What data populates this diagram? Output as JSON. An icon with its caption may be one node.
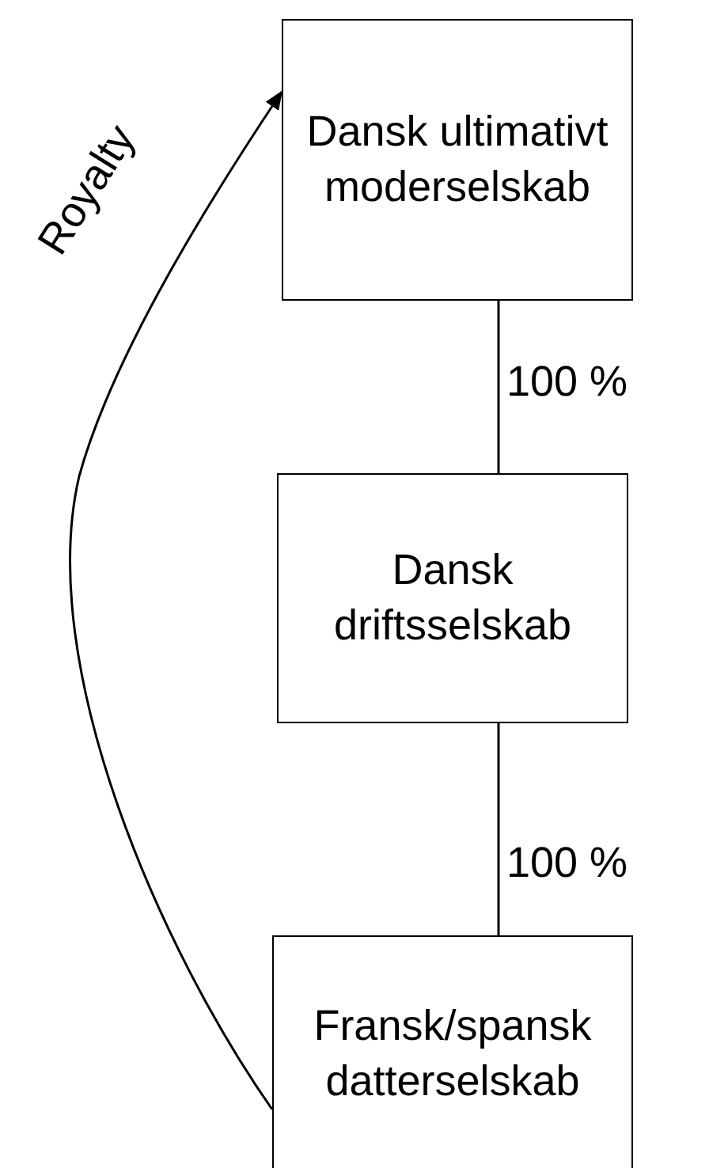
{
  "diagram": {
    "nodes": [
      {
        "text": [
          "Dansk ultimativt moderselskab"
        ]
      },
      {
        "text": [
          "Dansk driftsselskab"
        ]
      },
      {
        "text": [
          "Fransk/spansk datterselskab"
        ]
      }
    ],
    "edges": [
      {
        "from": 0,
        "to": 1,
        "arrow": "none",
        "label": "100 %"
      },
      {
        "from": 1,
        "to": 2,
        "arrow": "none",
        "label": "100 %"
      },
      {
        "from": 2,
        "to": 0,
        "arrow": "to",
        "label": "Royalty"
      }
    ]
  }
}
